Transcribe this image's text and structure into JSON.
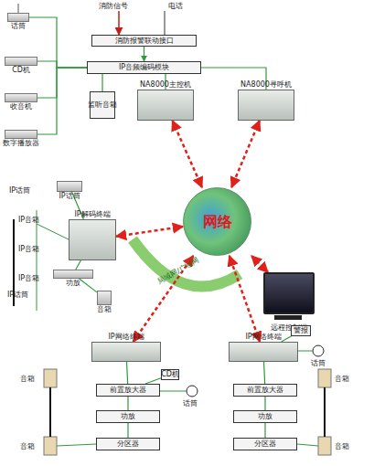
{
  "diagram": {
    "nodes": [
      {
        "text": [
          "话筒"
        ]
      },
      {
        "text": [
          "CD机"
        ]
      },
      {
        "text": [
          "收音机"
        ]
      },
      {
        "text": [
          "数字播放器"
        ]
      },
      {
        "text": [
          "消防报警联动接口"
        ]
      },
      {
        "text": [
          "IP音频编码模块"
        ]
      },
      {
        "text": [
          "监听音箱"
        ]
      },
      {
        "text": [
          "NA8000主控机"
        ]
      },
      {
        "text": [
          "NA8000寻呼机"
        ]
      },
      {
        "text": [
          "网络"
        ]
      },
      {
        "text": [
          "IP话筒"
        ]
      },
      {
        "text": [
          "IP解码终端"
        ]
      },
      {
        "text": [
          "功放"
        ]
      },
      {
        "text": [
          "音箱"
        ]
      },
      {
        "text": [
          "远程控制端"
        ]
      },
      {
        "text": [
          "IP网络终端"
        ]
      },
      {
        "text": [
          "CD机"
        ]
      },
      {
        "text": [
          "前置放大器"
        ]
      },
      {
        "text": [
          "功放"
        ]
      },
      {
        "text": [
          "分区器"
        ]
      },
      {
        "text": [
          "IP网络终端"
        ]
      },
      {
        "text": [
          "警报"
        ]
      },
      {
        "text": [
          "前置放大器"
        ]
      },
      {
        "text": [
          "功放"
        ]
      },
      {
        "text": [
          "分区器"
        ]
      }
    ],
    "edges": [
      {
        "from": 0,
        "to": 5,
        "arrow": "none"
      },
      {
        "from": 1,
        "to": 5,
        "arrow": "none"
      },
      {
        "from": 2,
        "to": 5,
        "arrow": "none"
      },
      {
        "from": 3,
        "to": 5,
        "arrow": "none"
      },
      {
        "from": 4,
        "to": 5,
        "arrow": "to"
      },
      {
        "from": 5,
        "to": 6,
        "arrow": "none"
      },
      {
        "from": 5,
        "to": 7,
        "arrow": "none"
      },
      {
        "from": 5,
        "to": 8,
        "arrow": "none"
      },
      {
        "from": 7,
        "to": 9,
        "arrow": "both"
      },
      {
        "from": 8,
        "to": 9,
        "arrow": "both"
      },
      {
        "from": 11,
        "to": 9,
        "arrow": "both"
      },
      {
        "from": 14,
        "to": 9,
        "arrow": "both"
      },
      {
        "from": 15,
        "to": 9,
        "arrow": "both"
      },
      {
        "from": 20,
        "to": 9,
        "arrow": "both"
      },
      {
        "from": 10,
        "to": 11,
        "arrow": "none"
      },
      {
        "from": 11,
        "to": 12,
        "arrow": "none"
      },
      {
        "from": 12,
        "to": 13,
        "arrow": "none"
      },
      {
        "from": 15,
        "to": 17,
        "arrow": "none"
      },
      {
        "from": 16,
        "to": 17,
        "arrow": "none"
      },
      {
        "from": 17,
        "to": 18,
        "arrow": "none"
      },
      {
        "from": 18,
        "to": 19,
        "arrow": "none"
      },
      {
        "from": 20,
        "to": 22,
        "arrow": "none"
      },
      {
        "from": 21,
        "to": 20,
        "arrow": "none"
      },
      {
        "from": 22,
        "to": 23,
        "arrow": "none"
      },
      {
        "from": 23,
        "to": 24,
        "arrow": "none"
      }
    ],
    "labels": [
      "消防信号",
      "电话",
      "局域网/广域网",
      "IP话筒",
      "IP话筒",
      "IP音箱",
      "IP音箱",
      "IP音箱",
      "话筒",
      "话筒",
      "音箱",
      "音箱",
      "音箱",
      "音箱"
    ]
  }
}
